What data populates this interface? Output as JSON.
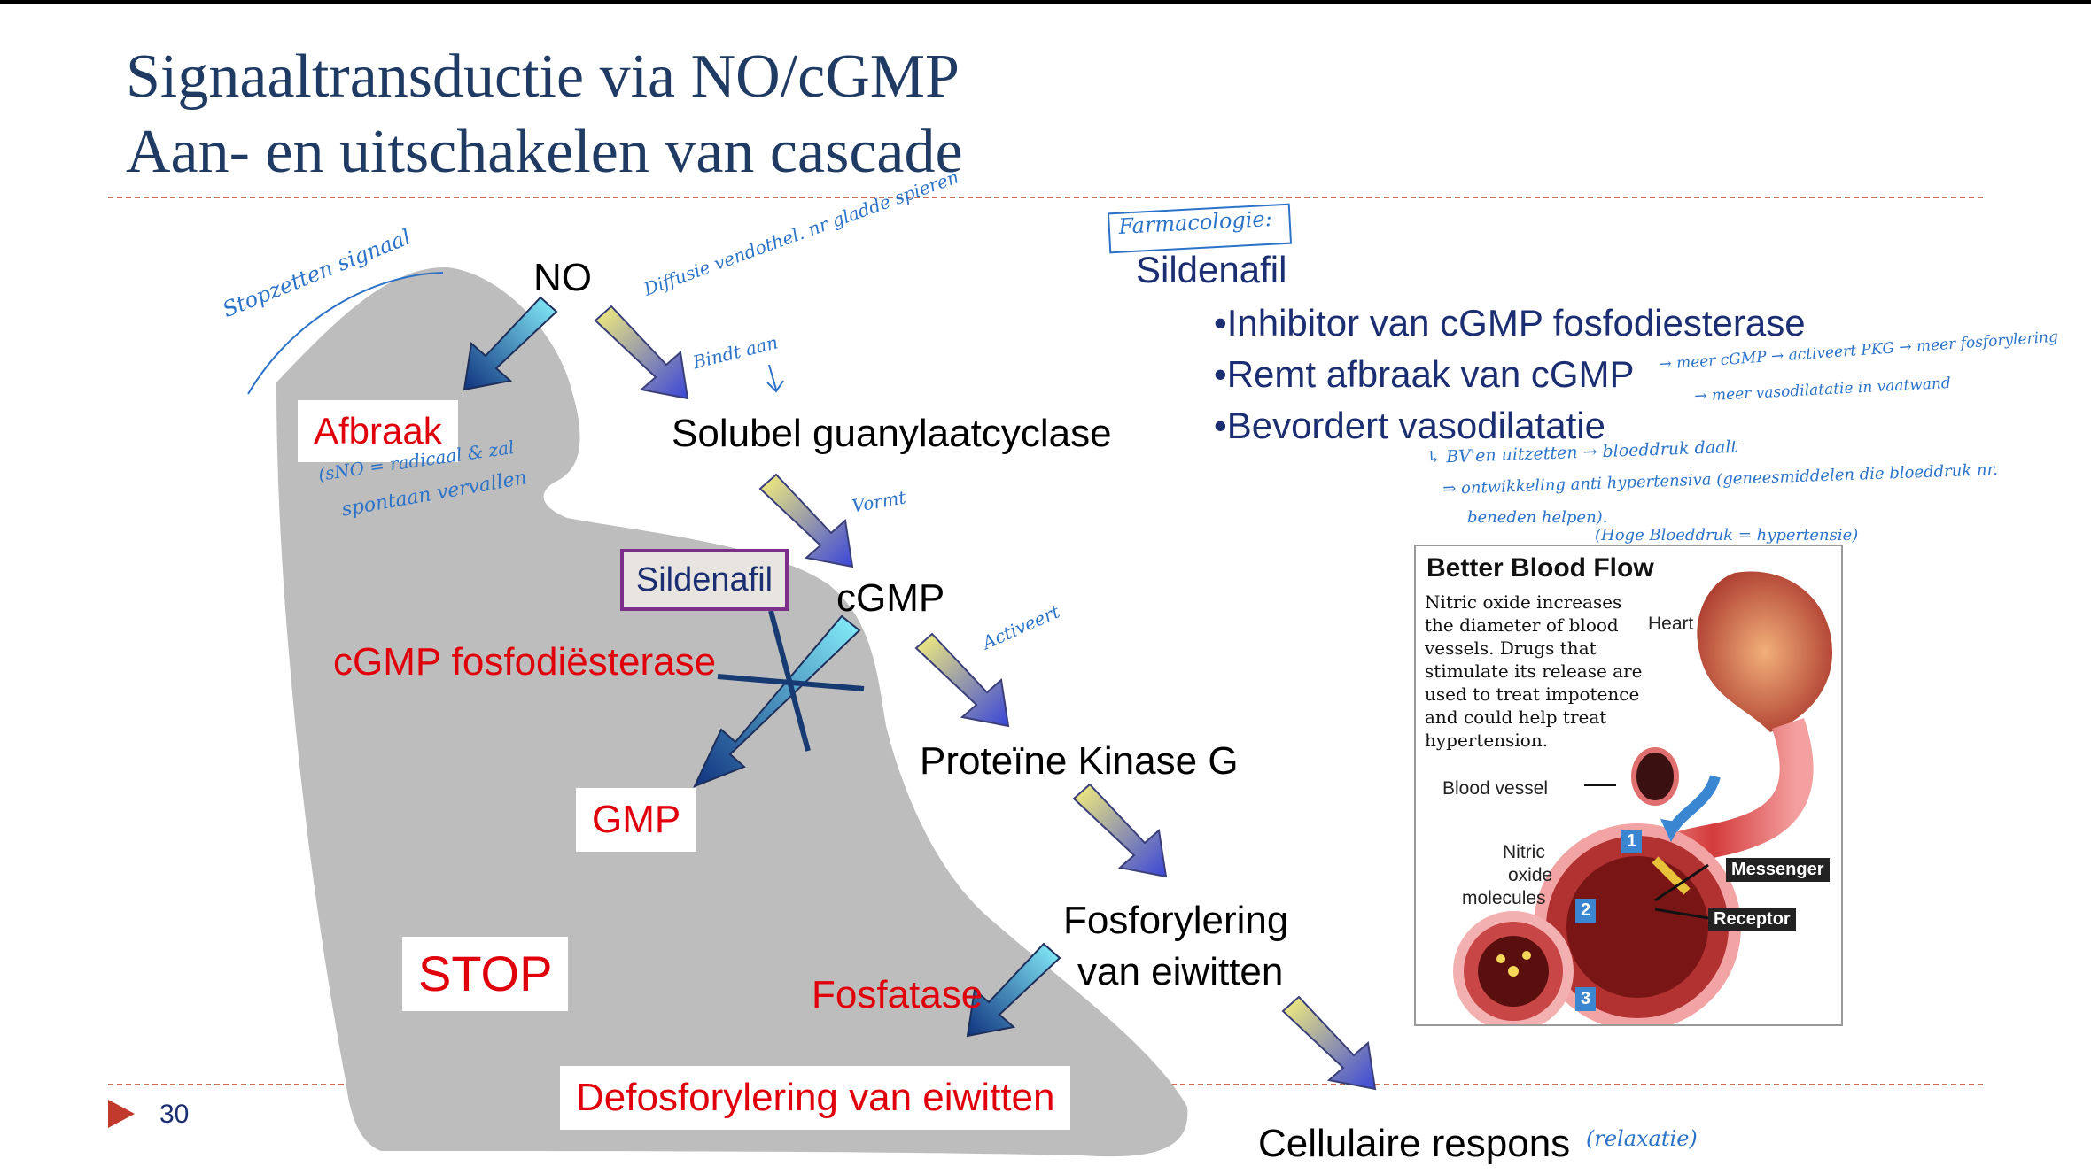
{
  "slide": {
    "title_line1": "Signaaltransductie via NO/cGMP",
    "title_line2": "Aan- en uitschakelen van cascade",
    "page_number": "30"
  },
  "pathway": {
    "no": "NO",
    "afbraak": "Afbraak",
    "solubel": "Solubel guanylaatcyclase",
    "sildenafil_box": "Sildenafil",
    "cgmp": "cGMP",
    "pde": "cGMP fosfodiësterase",
    "gmp": "GMP",
    "pkg": "Proteïne Kinase G",
    "fosforylering_1": "Fosforylering",
    "fosforylering_2": "van eiwitten",
    "stop": "STOP",
    "fosfatase": "Fosfatase",
    "defosforylering": "Defosforylering van eiwitten",
    "cellulaire": "Cellulaire respons"
  },
  "info": {
    "heading": "Sildenafil",
    "bullets": [
      "•Inhibitor van cGMP fosfodiesterase",
      "•Remt afbraak van cGMP",
      "•Bevordert vasodilatatie"
    ]
  },
  "handwriting": {
    "stopzetten": "Stopzetten signaal",
    "diffusie": "Diffusie vendothel. nr gladde spieren",
    "bindt": "Bindt aan",
    "afbraak_note_1": "(sNO = radicaal & zal",
    "afbraak_note_2": "spontaan vervallen",
    "vormt": "Vormt",
    "activeert": "Activeert",
    "farmacologie": "Farmacologie:",
    "remt_note_1": "→ meer cGMP → activeert PKG → meer fosforylering",
    "remt_note_2": "→ meer vasodilatatie in vaatwand",
    "bv_note": "↳ BV'en uitzetten → bloeddruk daalt",
    "ontw_note_1": "⇒ ontwikkeling anti hypertensiva (geneesmiddelen die bloeddruk nr.",
    "ontw_note_2": "beneden helpen).",
    "hoge_note": "(Hoge Bloeddruk = hypertensie)",
    "relaxatie": "(relaxatie)"
  },
  "inset": {
    "title": "Better Blood Flow",
    "text": "Nitric oxide increases the diameter of blood vessels. Drugs that stimulate its release are used to treat impotence and could help treat hypertension.",
    "heart": "Heart",
    "blood_vessel": "Blood vessel",
    "nitric_1": "Nitric",
    "nitric_2": "oxide",
    "nitric_3": "molecules",
    "messenger": "Messenger",
    "receptor": "Receptor",
    "step1": "1",
    "step2": "2",
    "step3": "3"
  },
  "colors": {
    "title": "#1f3a63",
    "red_label": "#e0000b",
    "navy_text": "#1b2e72",
    "handwriting": "#2c73c8",
    "shadow_region": "#bdbdbd",
    "arrow_yellow_blue": [
      "#f3ea6c",
      "#3f49d6"
    ],
    "arrow_cyan_navy": [
      "#79e7f7",
      "#143a8a"
    ]
  }
}
